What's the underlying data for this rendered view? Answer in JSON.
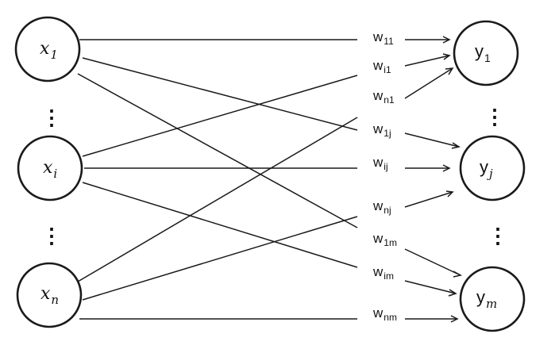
{
  "inputs": [
    {
      "base": "x",
      "sub": "1"
    },
    {
      "base": "x",
      "sub": "i"
    },
    {
      "base": "x",
      "sub": "n"
    }
  ],
  "outputs": [
    {
      "base": "y",
      "sub": "1"
    },
    {
      "base": "y",
      "sub": "j"
    },
    {
      "base": "y",
      "sub": "m"
    }
  ],
  "ellipsis": "⋮",
  "weights": [
    {
      "base": "w",
      "sub": "11"
    },
    {
      "base": "w",
      "sub": "i1"
    },
    {
      "base": "w",
      "sub": "n1"
    },
    {
      "base": "w",
      "sub": "1j"
    },
    {
      "base": "w",
      "sub": "ij"
    },
    {
      "base": "w",
      "sub": "nj"
    },
    {
      "base": "w",
      "sub": "1m"
    },
    {
      "base": "w",
      "sub": "im"
    },
    {
      "base": "w",
      "sub": "nm"
    }
  ]
}
